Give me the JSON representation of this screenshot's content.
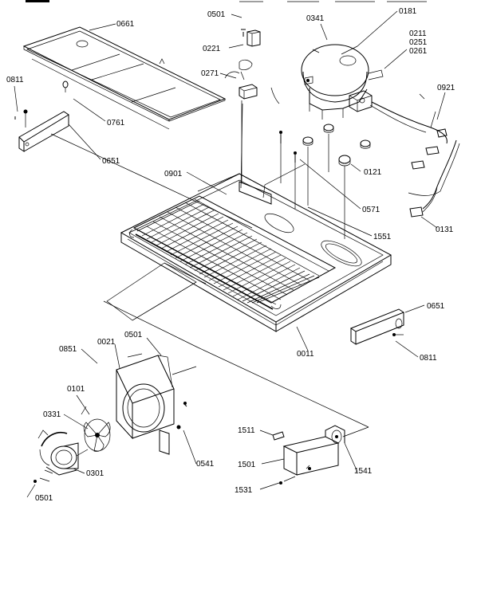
{
  "diagram": {
    "part_labels": {
      "p0501_top": "0501",
      "p0341": "0341",
      "p0181": "0181",
      "p0661": "0661",
      "p0221": "0221",
      "p0211": "0211",
      "p0251": "0251",
      "p0261": "0261",
      "p0811_left": "0811",
      "p0271": "0271",
      "p0921": "0921",
      "p0761": "0761",
      "p0651_left": "0651",
      "p0901": "0901",
      "p0121": "0121",
      "p0571": "0571",
      "p1551": "1551",
      "p0131": "0131",
      "p0651_right": "0651",
      "p0501_mid": "0501",
      "p0021": "0021",
      "p0851": "0851",
      "p0011": "0011",
      "p0811_right": "0811",
      "p0101": "0101",
      "p0331": "0331",
      "p1511": "1511",
      "p0541": "0541",
      "p1501": "1501",
      "p1541": "1541",
      "p0301": "0301",
      "p1531": "1531",
      "p0501_bottom": "0501"
    }
  }
}
